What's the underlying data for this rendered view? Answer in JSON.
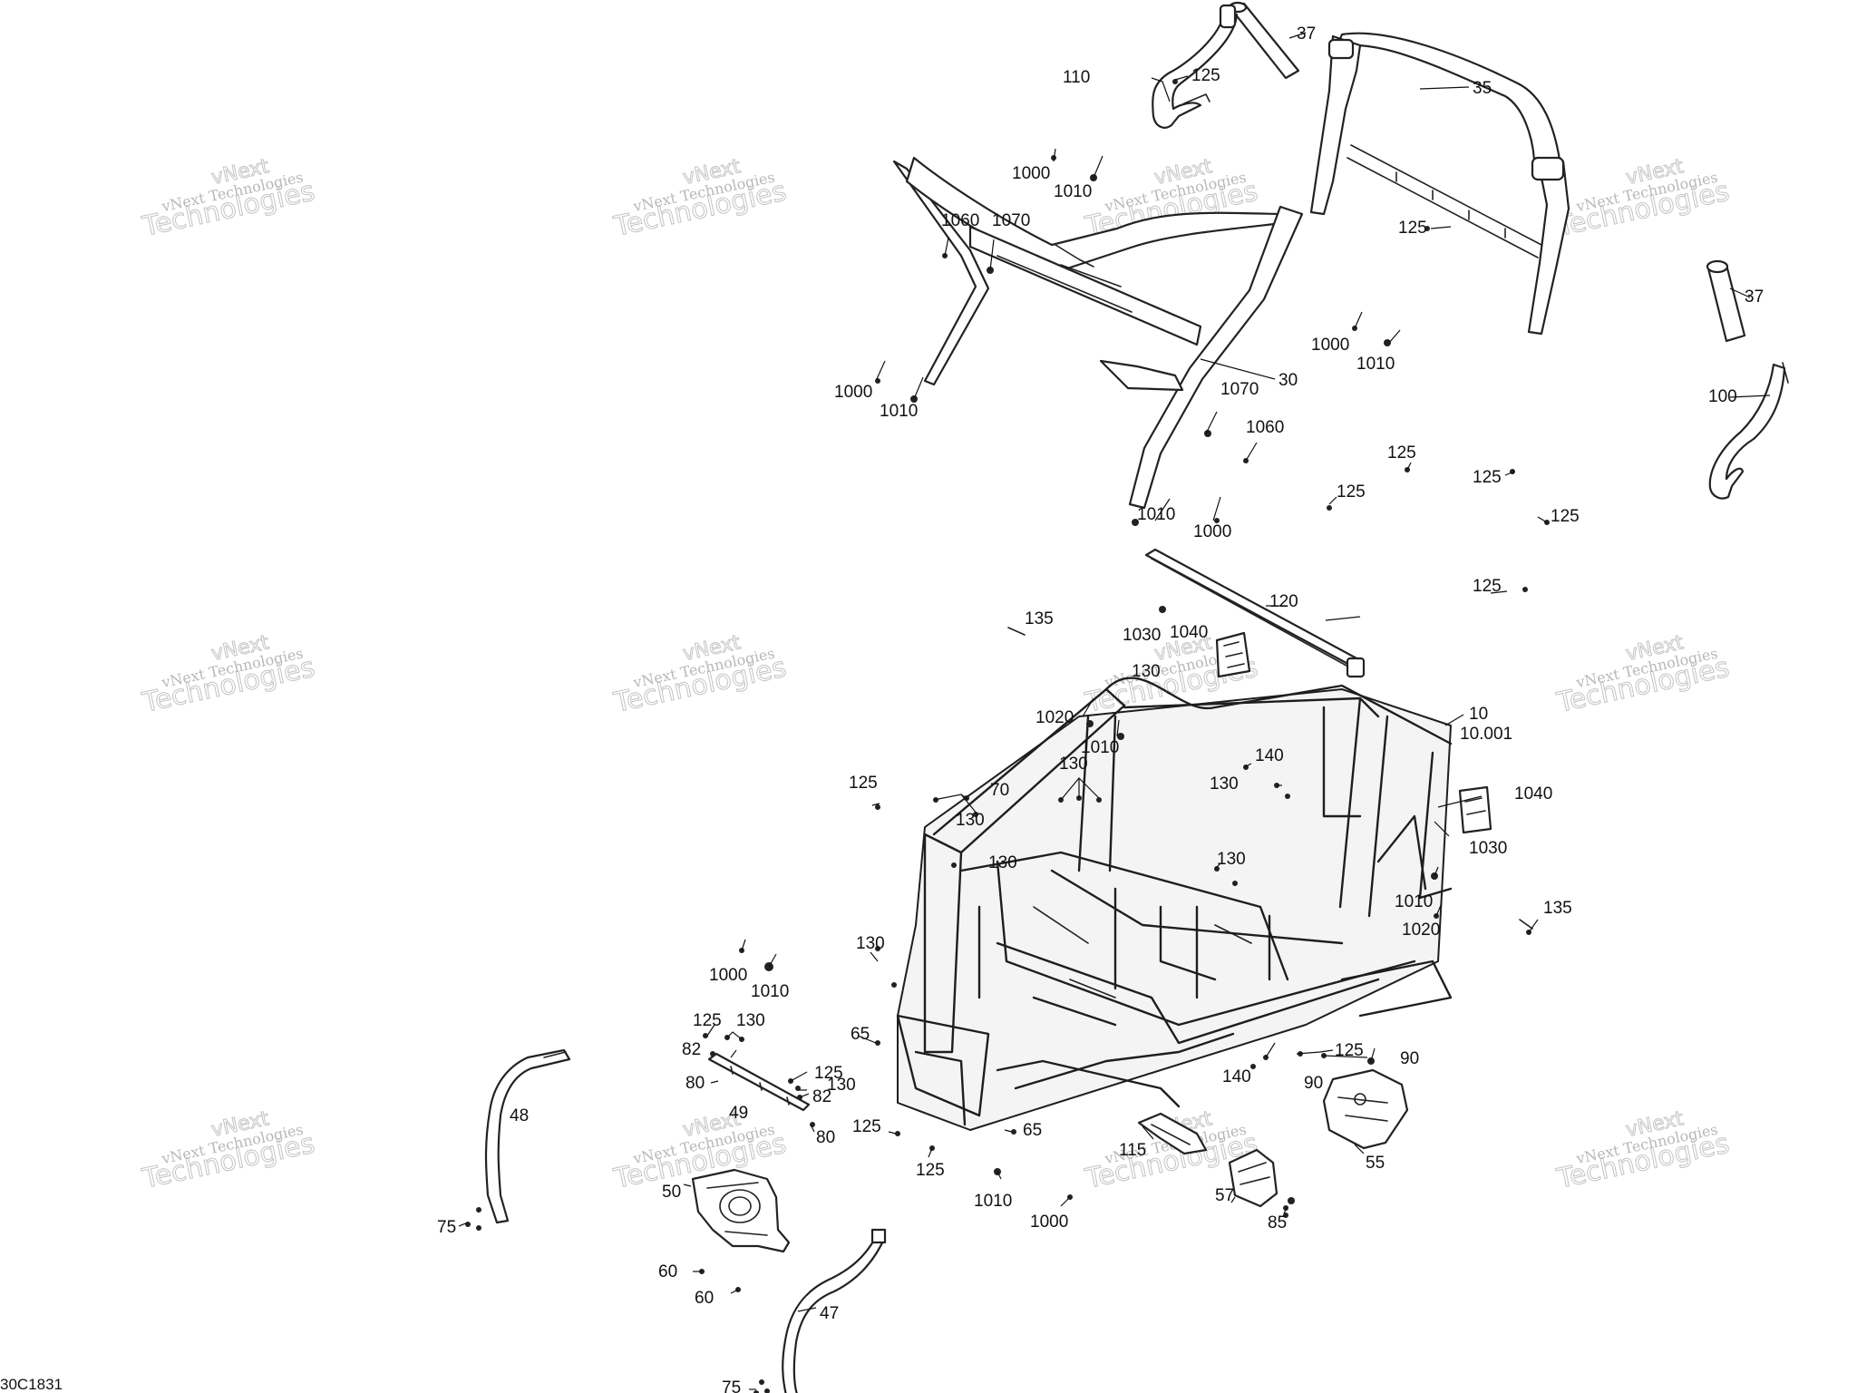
{
  "drawing_code": "30C1831",
  "watermark": {
    "line1": "vNext Technologies",
    "line2": "Technologies",
    "line3": "vNext"
  },
  "callouts": [
    {
      "id": "c-37a",
      "text": "37"
    },
    {
      "id": "c-110",
      "text": "110"
    },
    {
      "id": "c-125a",
      "text": "125"
    },
    {
      "id": "c-35",
      "text": "35"
    },
    {
      "id": "c-1000a",
      "text": "1000"
    },
    {
      "id": "c-1010a",
      "text": "1010"
    },
    {
      "id": "c-1060a",
      "text": "1060"
    },
    {
      "id": "c-1070a",
      "text": "1070"
    },
    {
      "id": "c-125b",
      "text": "125"
    },
    {
      "id": "c-37b",
      "text": "37"
    },
    {
      "id": "c-1000b",
      "text": "1000"
    },
    {
      "id": "c-1010b",
      "text": "1010"
    },
    {
      "id": "c-1000c",
      "text": "1000"
    },
    {
      "id": "c-1010c",
      "text": "1010"
    },
    {
      "id": "c-30",
      "text": "30"
    },
    {
      "id": "c-1070b",
      "text": "1070"
    },
    {
      "id": "c-100",
      "text": "100"
    },
    {
      "id": "c-1060b",
      "text": "1060"
    },
    {
      "id": "c-125c",
      "text": "125"
    },
    {
      "id": "c-125d",
      "text": "125"
    },
    {
      "id": "c-125e",
      "text": "125"
    },
    {
      "id": "c-125f",
      "text": "125"
    },
    {
      "id": "c-1010d",
      "text": "1010"
    },
    {
      "id": "c-1000d",
      "text": "1000"
    },
    {
      "id": "c-120",
      "text": "120"
    },
    {
      "id": "c-125g",
      "text": "125"
    },
    {
      "id": "c-135a",
      "text": "135"
    },
    {
      "id": "c-1030a",
      "text": "1030"
    },
    {
      "id": "c-1040a",
      "text": "1040"
    },
    {
      "id": "c-130a",
      "text": "130"
    },
    {
      "id": "c-10",
      "text": "10"
    },
    {
      "id": "c-10001",
      "text": "10.001"
    },
    {
      "id": "c-1020a",
      "text": "1020"
    },
    {
      "id": "c-1010e",
      "text": "1010"
    },
    {
      "id": "c-130b",
      "text": "130"
    },
    {
      "id": "c-140a",
      "text": "140"
    },
    {
      "id": "c-130c",
      "text": "130"
    },
    {
      "id": "c-125h",
      "text": "125"
    },
    {
      "id": "c-70",
      "text": "70"
    },
    {
      "id": "c-1040b",
      "text": "1040"
    },
    {
      "id": "c-130d",
      "text": "130"
    },
    {
      "id": "c-1030b",
      "text": "1030"
    },
    {
      "id": "c-130e",
      "text": "130"
    },
    {
      "id": "c-130f",
      "text": "130"
    },
    {
      "id": "c-1010f",
      "text": "1010"
    },
    {
      "id": "c-1020b",
      "text": "1020"
    },
    {
      "id": "c-135b",
      "text": "135"
    },
    {
      "id": "c-130g",
      "text": "130"
    },
    {
      "id": "c-1000e",
      "text": "1000"
    },
    {
      "id": "c-1010g",
      "text": "1010"
    },
    {
      "id": "c-125i",
      "text": "125"
    },
    {
      "id": "c-130h",
      "text": "130"
    },
    {
      "id": "c-82a",
      "text": "82"
    },
    {
      "id": "c-65a",
      "text": "65"
    },
    {
      "id": "c-125j",
      "text": "125"
    },
    {
      "id": "c-90a",
      "text": "90"
    },
    {
      "id": "c-125k",
      "text": "125"
    },
    {
      "id": "c-80a",
      "text": "80"
    },
    {
      "id": "c-82b",
      "text": "82"
    },
    {
      "id": "c-130i",
      "text": "130"
    },
    {
      "id": "c-140b",
      "text": "140"
    },
    {
      "id": "c-90b",
      "text": "90"
    },
    {
      "id": "c-48",
      "text": "48"
    },
    {
      "id": "c-49",
      "text": "49"
    },
    {
      "id": "c-125l",
      "text": "125"
    },
    {
      "id": "c-80b",
      "text": "80"
    },
    {
      "id": "c-65b",
      "text": "65"
    },
    {
      "id": "c-115",
      "text": "115"
    },
    {
      "id": "c-55",
      "text": "55"
    },
    {
      "id": "c-125m",
      "text": "125"
    },
    {
      "id": "c-50",
      "text": "50"
    },
    {
      "id": "c-1010h",
      "text": "1010"
    },
    {
      "id": "c-57",
      "text": "57"
    },
    {
      "id": "c-75a",
      "text": "75"
    },
    {
      "id": "c-1000f",
      "text": "1000"
    },
    {
      "id": "c-85",
      "text": "85"
    },
    {
      "id": "c-60a",
      "text": "60"
    },
    {
      "id": "c-60b",
      "text": "60"
    },
    {
      "id": "c-47",
      "text": "47"
    },
    {
      "id": "c-75b",
      "text": "75"
    }
  ]
}
